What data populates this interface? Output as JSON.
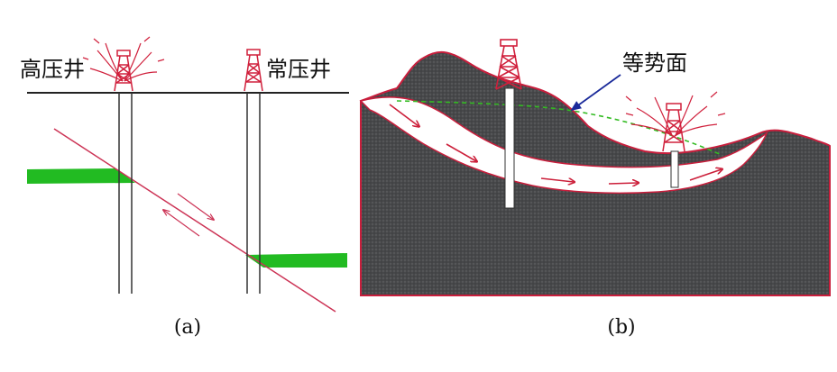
{
  "labels": {
    "high_pressure_well": "高压井",
    "normal_pressure_well": "常压井",
    "equipotential_surface": "等势面"
  },
  "captions": {
    "a": "(a)",
    "b": "(b)"
  },
  "colors": {
    "rock_fill": "#47484a",
    "rock_outline": "#c81e3c",
    "channel_fill": "#ffffff",
    "arrow": "#cc1f3a",
    "aquifer": "#22bb22",
    "fault": "#cc3355",
    "equipotential_line": "#33bb22",
    "pointer": "#1a2a9a",
    "ground": "#222222",
    "well_casing": "#333333",
    "derrick": "#d0203c"
  }
}
